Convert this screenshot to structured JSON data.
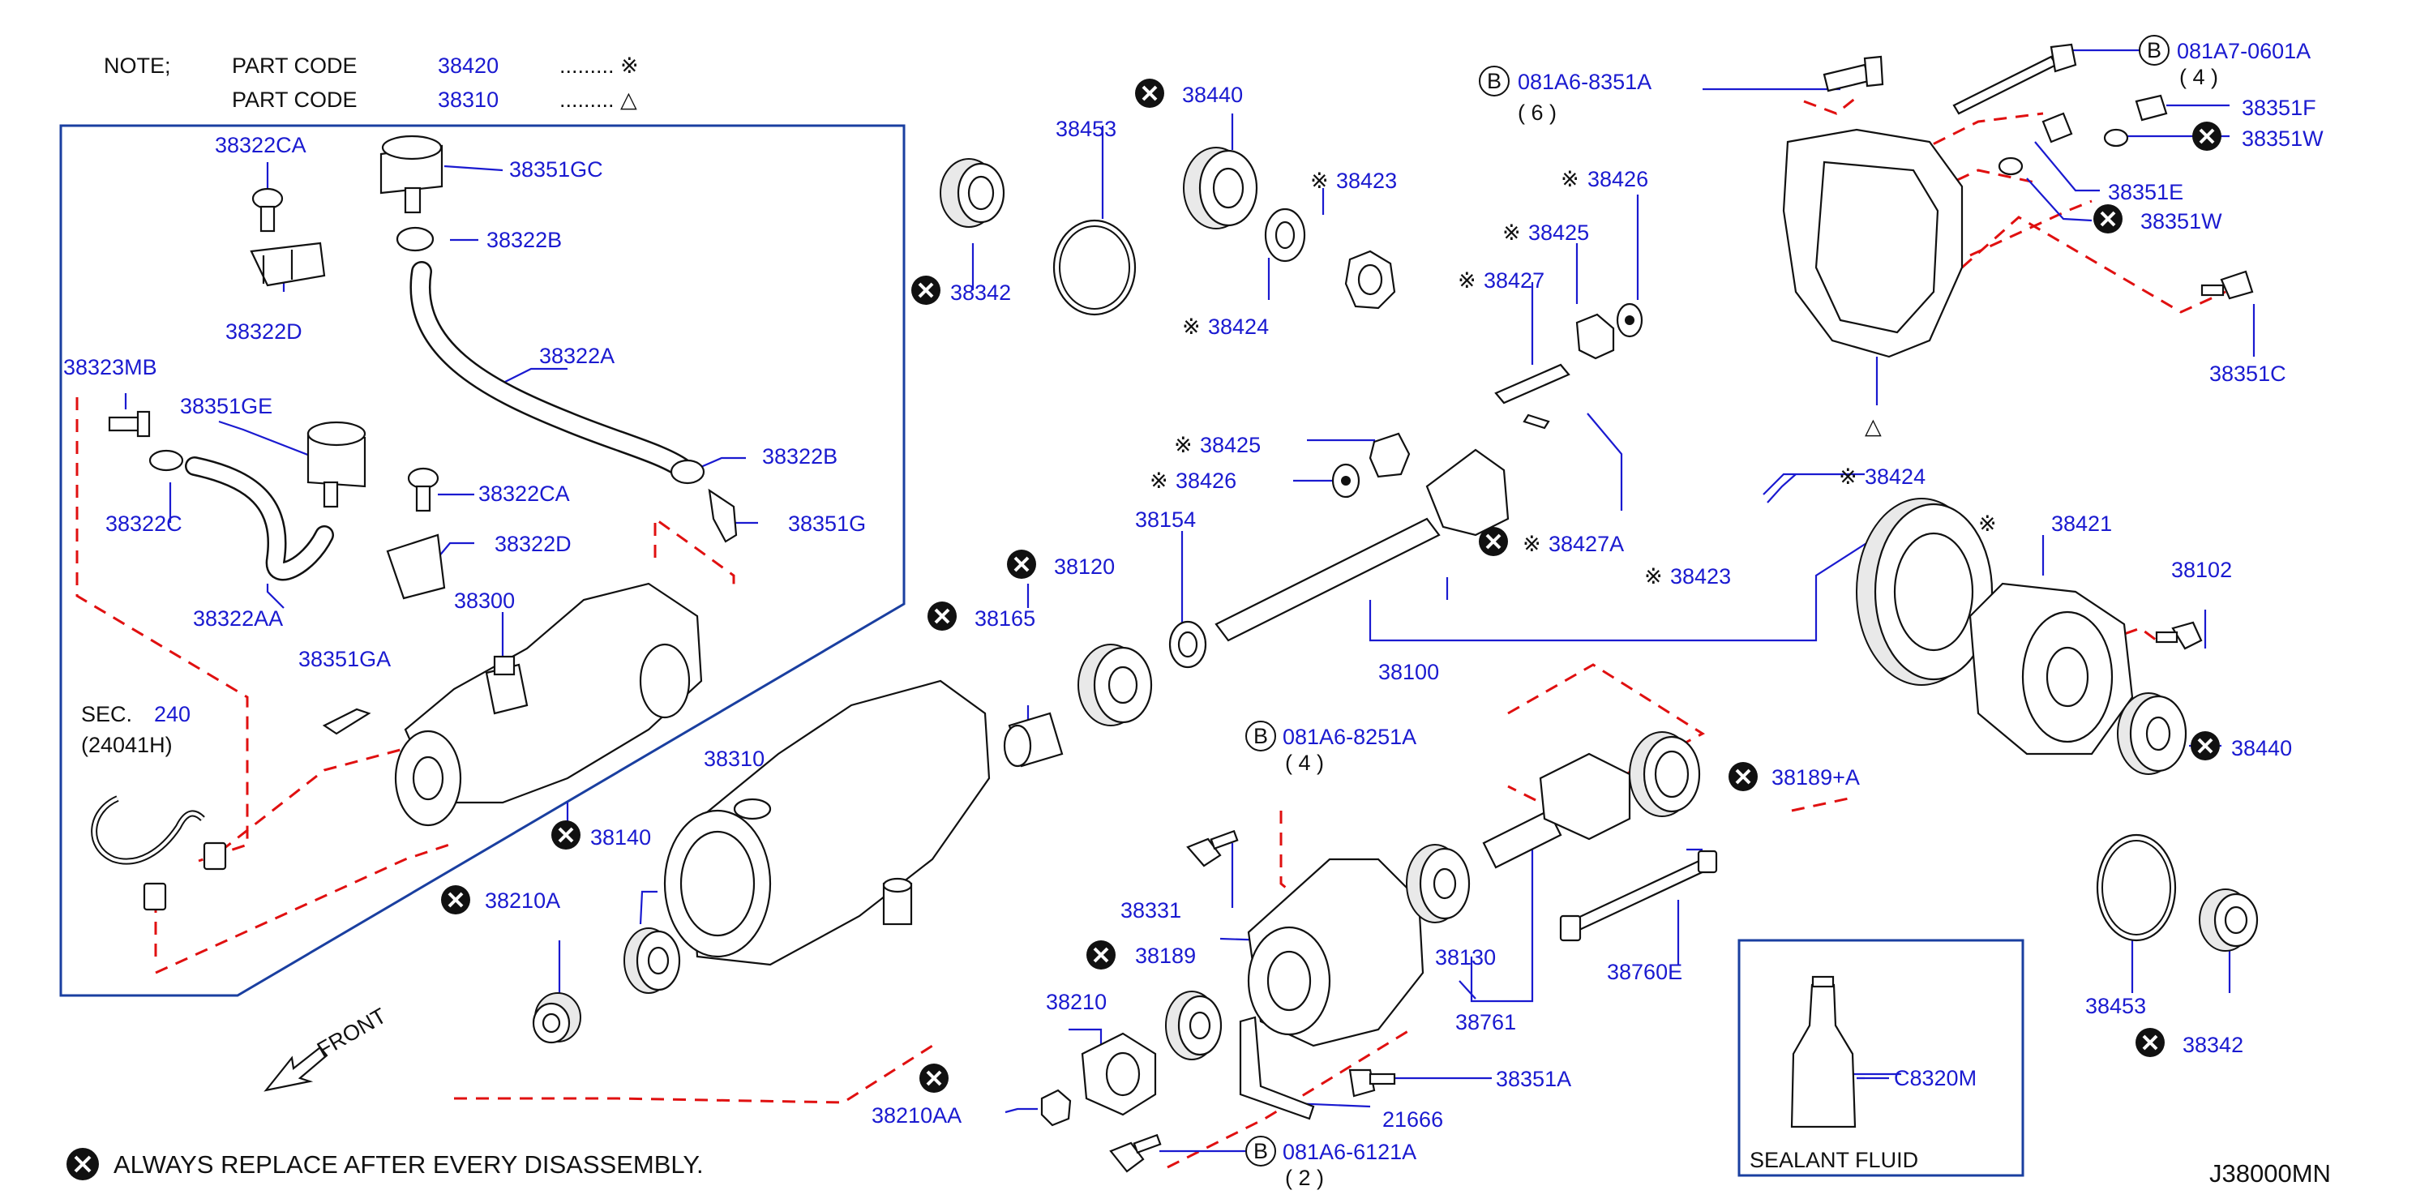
{
  "note": {
    "title": "NOTE;",
    "rows": [
      {
        "label": "PART   CODE",
        "code": "38420",
        "dots": "......... ※"
      },
      {
        "label": "PART   CODE",
        "code": "38310",
        "dots": "......... △"
      }
    ]
  },
  "legend": {
    "symbol": "✖",
    "text": "ALWAYS   REPLACE   AFTER   EVERY   DISASSEMBLY."
  },
  "front_label": "FRONT",
  "sealant_box": {
    "code": "C8320M",
    "caption": "SEALANT   FLUID"
  },
  "diagram_code": "J38000MN",
  "sec_ref": {
    "prefix": "SEC.",
    "num": "240",
    "sub": "(24041H)"
  },
  "bolt_refs": [
    {
      "letter": "B",
      "code": "081A6-8351A",
      "qty": "( 6 )"
    },
    {
      "letter": "B",
      "code": "081A7-0601A",
      "qty": "( 4 )"
    },
    {
      "letter": "B",
      "code": "081A6-8251A",
      "qty": "( 4 )"
    },
    {
      "letter": "B",
      "code": "081A6-6121A",
      "qty": "( 2 )"
    }
  ],
  "parts": [
    "38322CA",
    "38351GC",
    "38322B",
    "38322D",
    "38322A",
    "38323MB",
    "38351GE",
    "38322B",
    "38322C",
    "38322CA",
    "38351G",
    "38322D",
    "38322AA",
    "38300",
    "38351GA",
    "38453",
    "38440",
    "38342",
    "38423",
    "38424",
    "38426",
    "38425",
    "38427",
    "38425",
    "38426",
    "38154",
    "38120",
    "38165",
    "38427A",
    "38423",
    "38424",
    "38100",
    "38310",
    "38140",
    "38210A",
    "38331",
    "38189",
    "38210",
    "38210AA",
    "38130",
    "38761",
    "38351A",
    "21666",
    "38189+A",
    "38760E",
    "38421",
    "38102",
    "38440",
    "38453",
    "38342",
    "38351F",
    "38351W",
    "38351E",
    "38351W",
    "38351C",
    "△"
  ]
}
